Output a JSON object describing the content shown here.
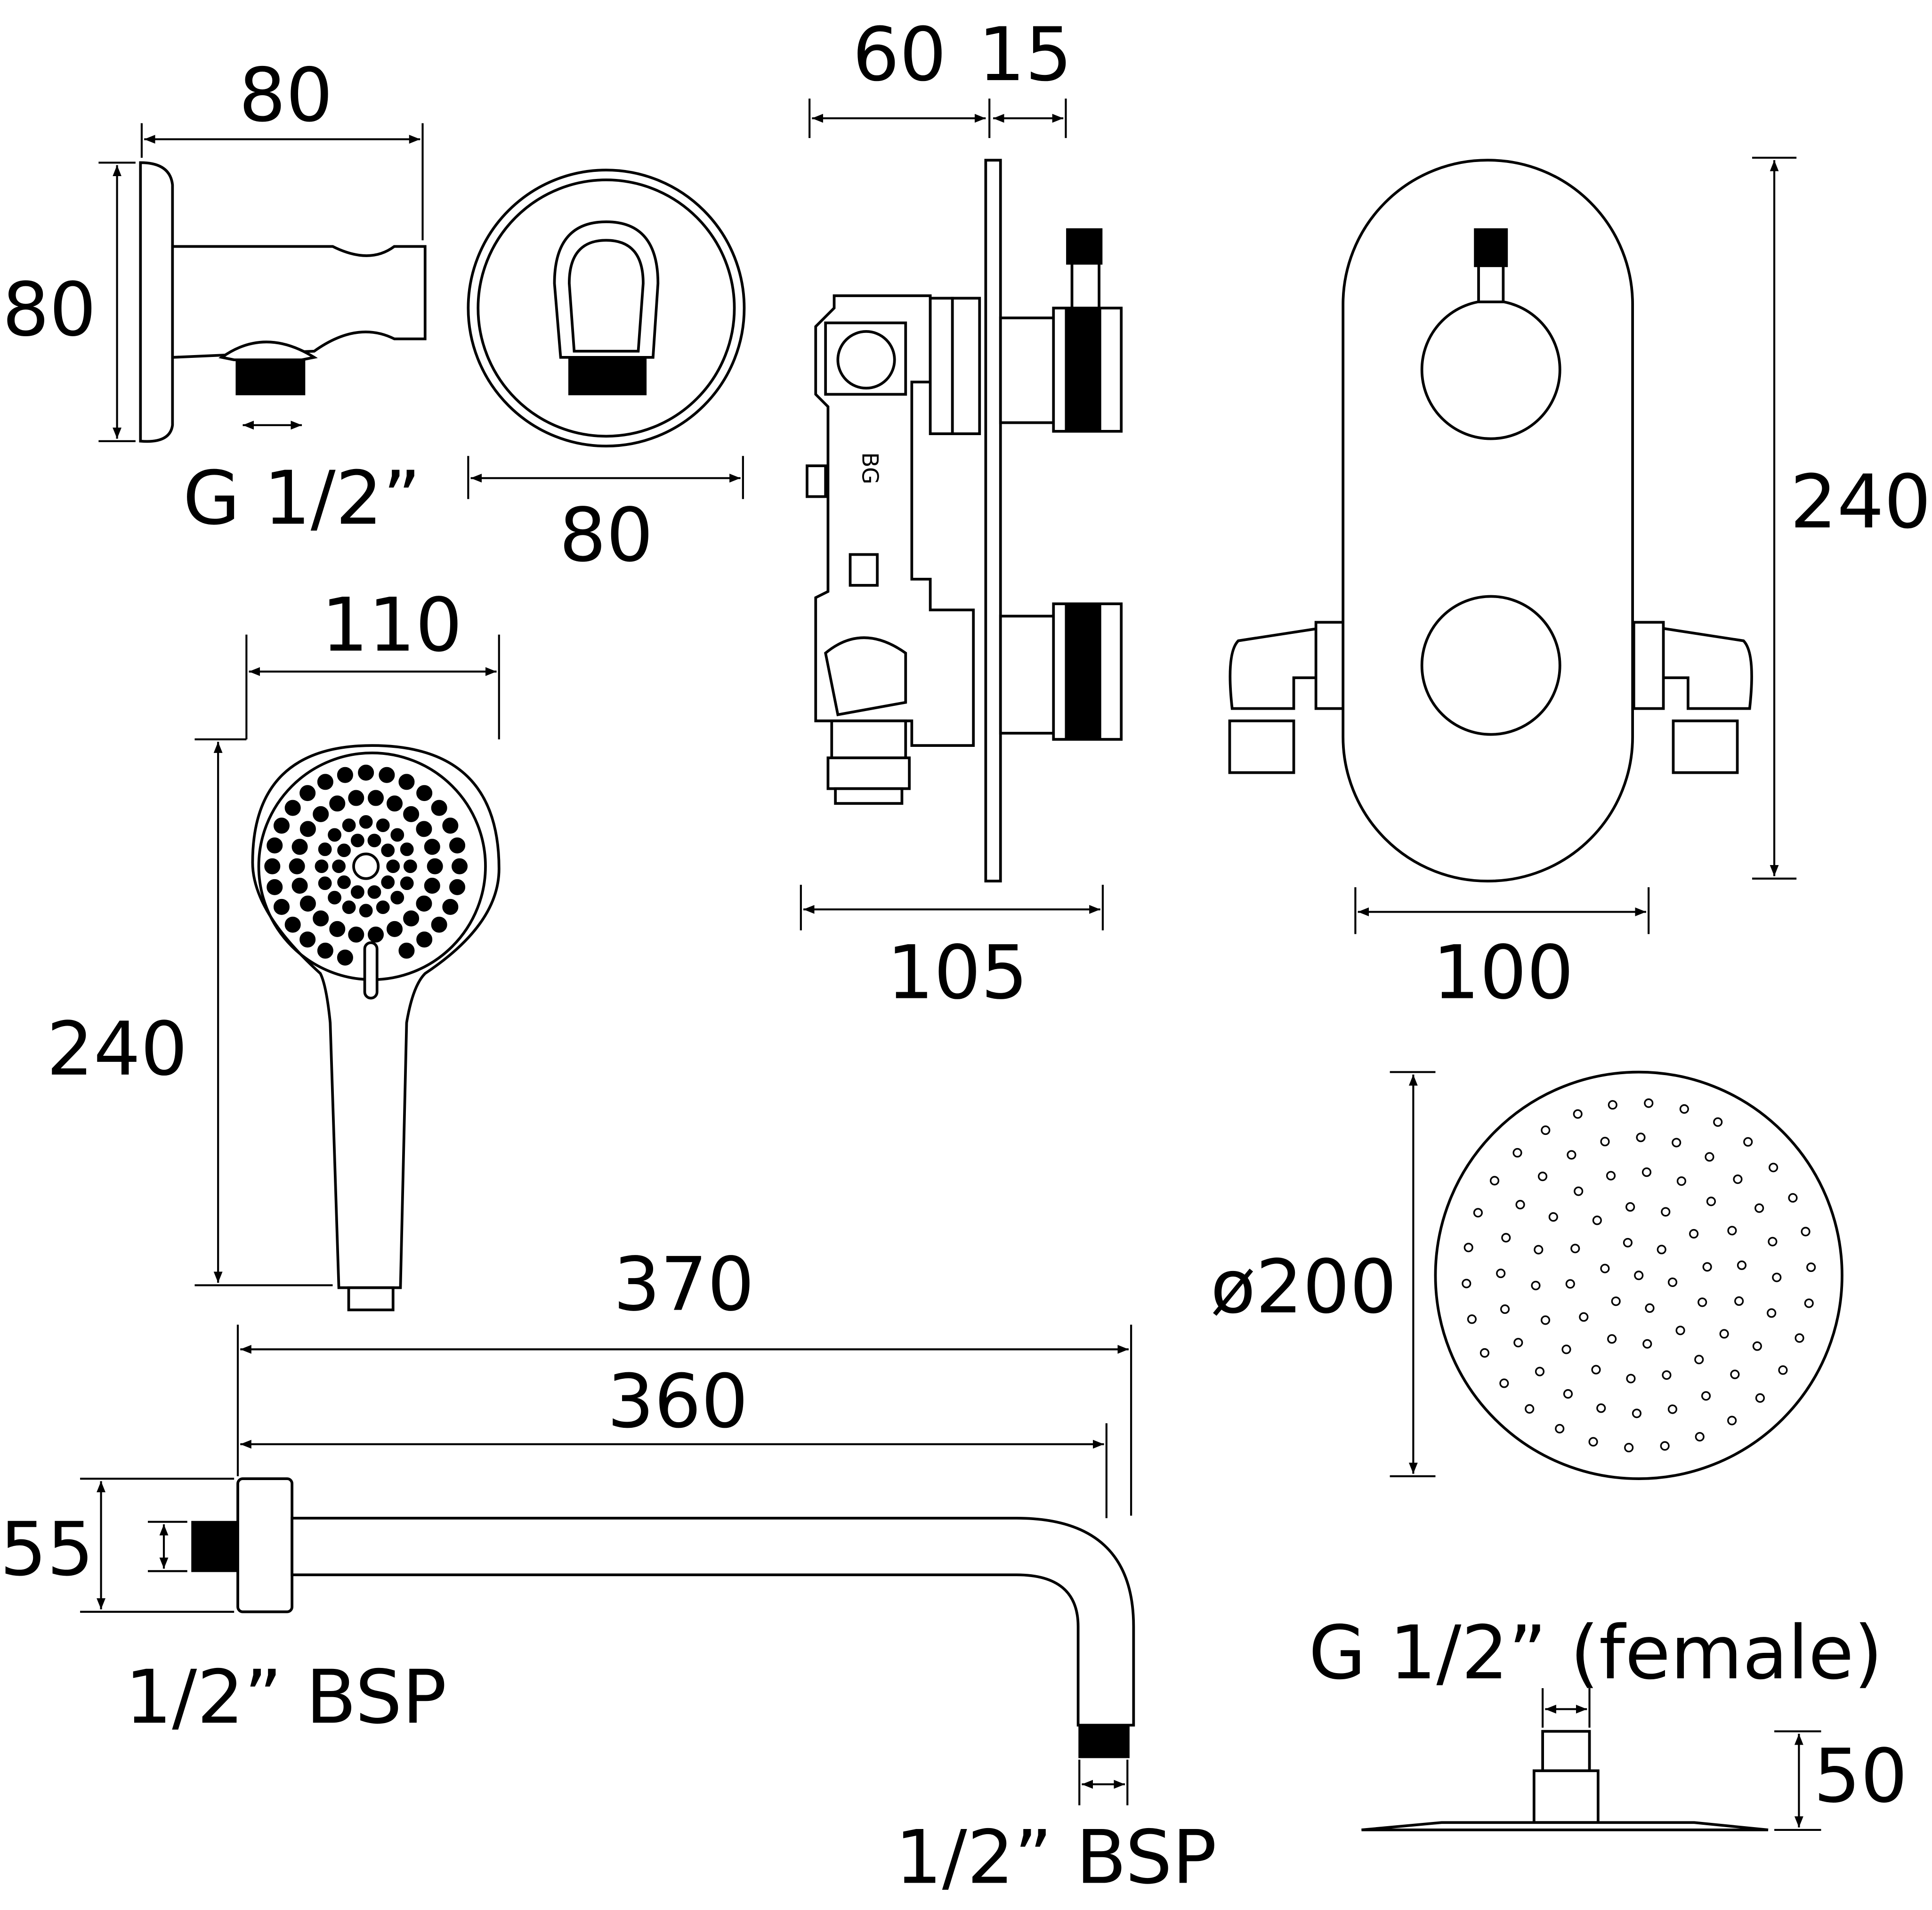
{
  "labels": {
    "elbow_width": "80",
    "elbow_height": "80",
    "elbow_thread": "G 1/2”",
    "outlet_diameter": "80",
    "valve_depth_body": "60",
    "valve_depth_handle": "15",
    "handset_head_width": "110",
    "valve_height": "240",
    "valve_total_depth": "105",
    "valve_plate_width": "100",
    "handset_length": "240",
    "arm_length_total": "370",
    "arm_length": "360",
    "head_diameter": "ø200",
    "arm_plate_height": "55",
    "arm_wall_thread": "1/2” BSP",
    "arm_head_thread": "1/2” BSP",
    "head_connection": "G 1/2” (female)",
    "head_height": "50",
    "valve_brand_mark": "BG"
  }
}
